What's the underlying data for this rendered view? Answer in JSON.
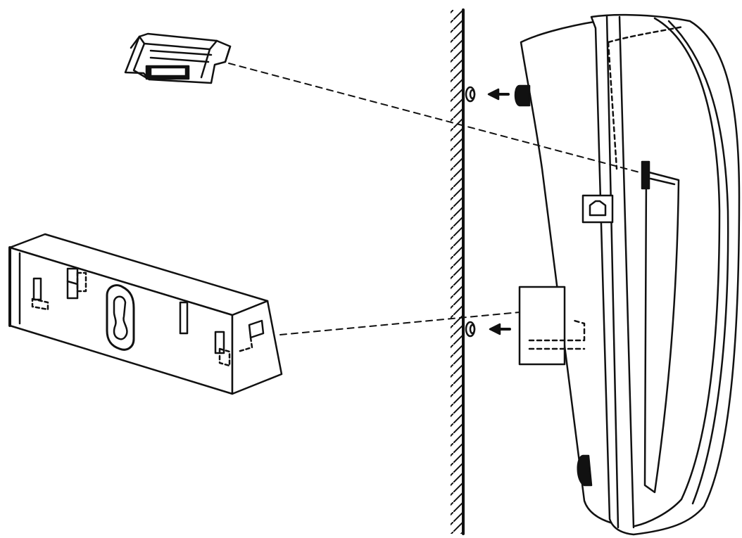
{
  "diagram": {
    "kind": "wall-mount installation illustration",
    "line_color": "#111111",
    "background": "#ffffff",
    "parts": [
      {
        "id": "handset-hanger-clip",
        "label": ""
      },
      {
        "id": "wall-mount-bracket",
        "label": ""
      },
      {
        "id": "wall",
        "label": ""
      },
      {
        "id": "wall-screw-upper",
        "label": ""
      },
      {
        "id": "wall-screw-lower",
        "label": ""
      },
      {
        "id": "telephone-base-unit",
        "label": ""
      }
    ],
    "text_labels": []
  }
}
